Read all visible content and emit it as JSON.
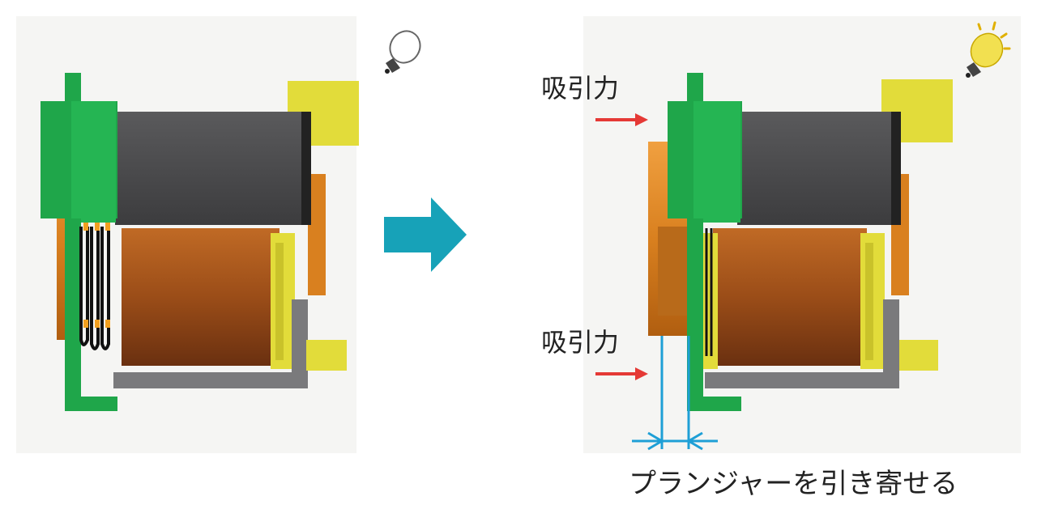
{
  "labels": {
    "attraction_top": "吸引力",
    "attraction_bottom": "吸引力",
    "caption": "プランジャーを引き寄せる"
  },
  "colors": {
    "panel_bg": "#f4f4f2",
    "green_frame": "#1fa64a",
    "magnet_gray": "#4a4a4c",
    "coil_brown": "#9a4e1a",
    "plunger_orange": "#d9801f",
    "yellow_part": "#e2dc3a",
    "arrow_teal": "#17a2b8",
    "force_arrow_red": "#e53935",
    "gap_dim_blue": "#1e9fd6",
    "bulb_on": "#f2e050"
  },
  "states": {
    "before": {
      "lamp": "off"
    },
    "after": {
      "lamp": "on"
    }
  }
}
